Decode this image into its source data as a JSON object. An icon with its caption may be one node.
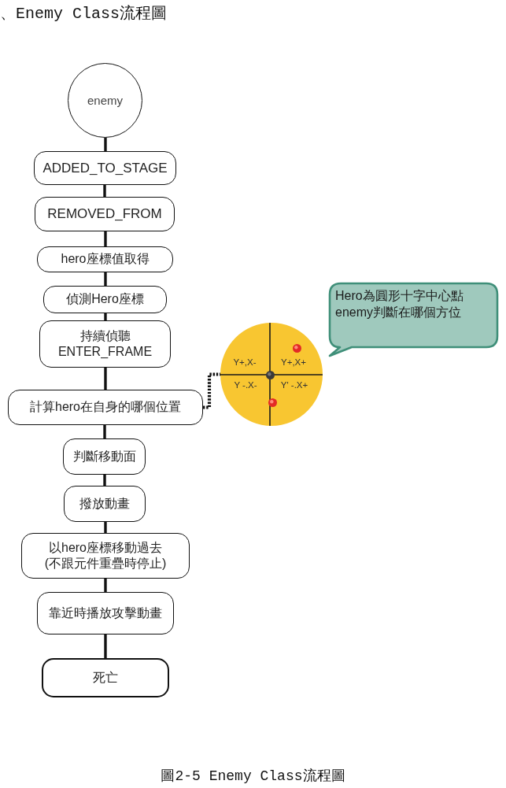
{
  "diagram": {
    "title": "、Enemy Class流程圖",
    "caption": "圖2-5 Enemy Class流程圖",
    "nodes": [
      {
        "text": [
          "enemy"
        ]
      },
      {
        "text": [
          "ADDED_TO_STAGE"
        ]
      },
      {
        "text": [
          "REMOVED_FROM"
        ]
      },
      {
        "text": [
          "hero座標值取得"
        ]
      },
      {
        "text": [
          "偵測Hero座標"
        ]
      },
      {
        "text": [
          "持續偵聽ENTER_FRAME"
        ]
      },
      {
        "text": [
          "計算hero在自身的哪個位置"
        ]
      },
      {
        "text": [
          "Y+,X-",
          "Y+,X+",
          "Y -.X-",
          "Y' -.X+"
        ]
      },
      {
        "text": [
          "Hero為圓形十字中心點enemy判斷在哪個方位"
        ]
      },
      {
        "text": [
          "判斷移動面"
        ]
      },
      {
        "text": [
          "撥放動畫"
        ]
      },
      {
        "text": [
          "以hero座標移動過去(不跟元件重疊時停止)"
        ]
      },
      {
        "text": [
          "靠近時播放攻擊動畫"
        ]
      },
      {
        "text": [
          "死亡"
        ]
      }
    ],
    "edges": [
      {
        "from": 0,
        "to": 1,
        "arrow": "none"
      },
      {
        "from": 1,
        "to": 2,
        "arrow": "none"
      },
      {
        "from": 2,
        "to": 3,
        "arrow": "none"
      },
      {
        "from": 3,
        "to": 4,
        "arrow": "none"
      },
      {
        "from": 4,
        "to": 5,
        "arrow": "none"
      },
      {
        "from": 5,
        "to": 6,
        "arrow": "none"
      },
      {
        "from": 6,
        "to": 7,
        "arrow": "none",
        "style": "dashed"
      },
      {
        "from": 6,
        "to": 9,
        "arrow": "none"
      },
      {
        "from": 9,
        "to": 10,
        "arrow": "none"
      },
      {
        "from": 10,
        "to": 11,
        "arrow": "none"
      },
      {
        "from": 11,
        "to": 12,
        "arrow": "none"
      },
      {
        "from": 12,
        "to": 13,
        "arrow": "none"
      }
    ]
  }
}
